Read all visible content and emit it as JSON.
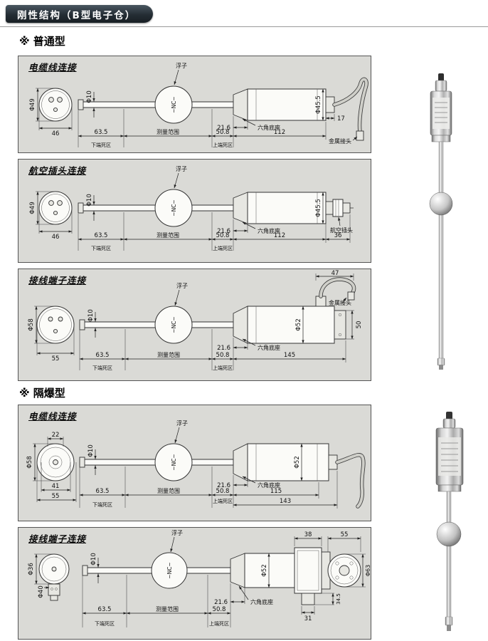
{
  "header": {
    "title": "刚性结构（B型电子仓）"
  },
  "sections": {
    "normal": "※ 普通型",
    "explosion": "※ 隔爆型"
  },
  "labels": {
    "float": "浮子",
    "nc": "~NC~",
    "hex_base": "六角底座",
    "range": "测量范围",
    "dead_low": "下端死区",
    "dead_high": "上端死区",
    "metal_joint": "金属接头",
    "aviation_plug": "航空插头"
  },
  "panels": {
    "p1": {
      "title": "电缆线连接",
      "end_d": "Φ49",
      "end_w": "46",
      "rod_d": "Φ10",
      "seg1": "63.5",
      "seg2": "50.8",
      "body_len": "112",
      "hex_w": "21.6",
      "body_d": "Φ45.5",
      "gland_len": "17"
    },
    "p2": {
      "title": "航空插头连接",
      "end_d": "Φ49",
      "end_w": "46",
      "rod_d": "Φ10",
      "seg1": "63.5",
      "seg2": "50.8",
      "body_len": "112",
      "plug_len": "36",
      "hex_w": "21.6",
      "body_d": "Φ45.5"
    },
    "p3": {
      "title": "接线端子连接",
      "end_d": "Φ58",
      "end_w": "55",
      "rod_d": "Φ10",
      "seg1": "63.5",
      "seg2": "50.8",
      "body_len": "145",
      "hex_w": "21.6",
      "body_d": "Φ52",
      "cap_d": "50",
      "joint_len": "47"
    },
    "p4": {
      "title": "电缆线连接",
      "end_d": "Φ58",
      "hub_w": "22",
      "end_w1": "41",
      "end_w2": "55",
      "rod_d": "Φ10",
      "seg1": "63.5",
      "seg2": "50.8",
      "body_len": "115",
      "total_len": "143",
      "hex_w": "21.6",
      "body_d": "Φ52"
    },
    "p5": {
      "title": "接线端子连接",
      "head_d1": "Φ36",
      "head_d2": "Φ40",
      "rod_d": "Φ10",
      "seg1": "63.5",
      "seg2": "50.8",
      "box_w": "38",
      "cap_w": "55",
      "hex_w": "21.6",
      "body_d": "Φ52",
      "cap_d": "Φ63",
      "box_h": "34.5",
      "stub_w": "31"
    }
  }
}
